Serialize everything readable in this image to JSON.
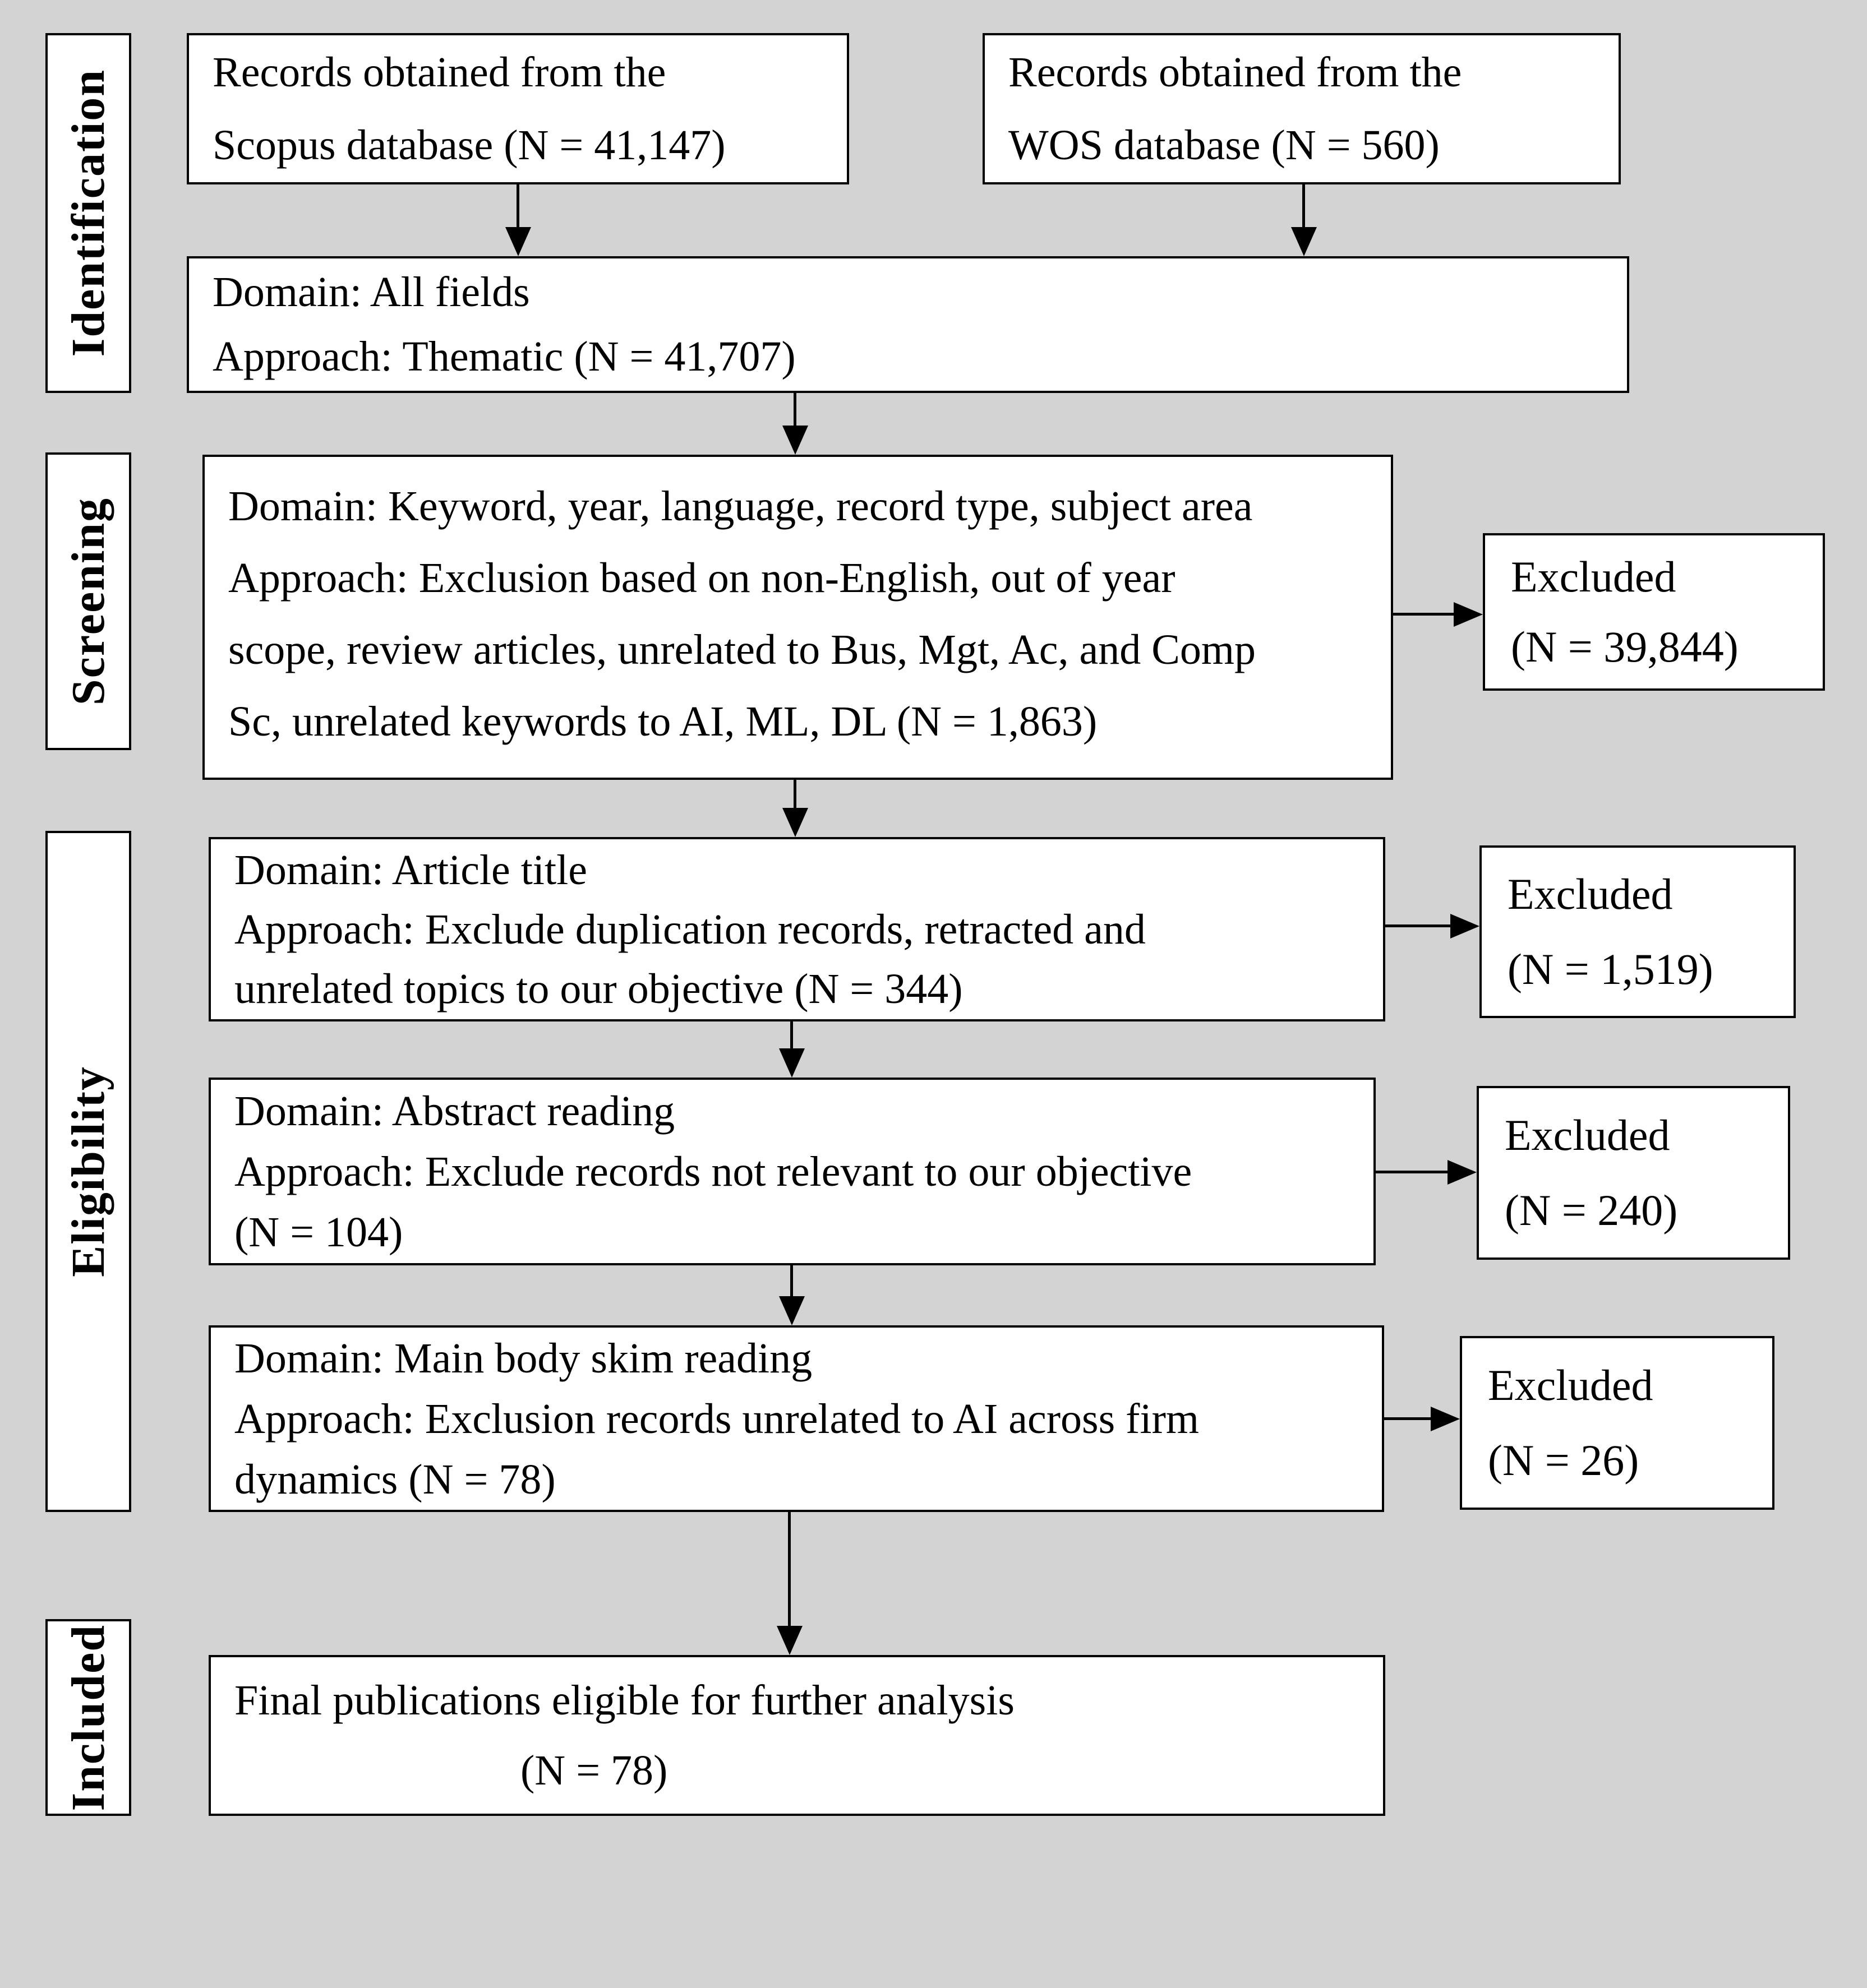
{
  "colors": {
    "background": "#d3d3d3",
    "box_background": "#ffffff",
    "border": "#000000"
  },
  "stage_labels": {
    "identification": "Identification",
    "screening": "Screening",
    "eligibility": "Eligibility",
    "included": "Included"
  },
  "boxes": {
    "scopus": {
      "lines": [
        "Records obtained from the",
        "Scopus database (N = 41,147)"
      ]
    },
    "wos": {
      "lines": [
        "Records obtained from the",
        "WOS database (N = 560)"
      ]
    },
    "merge": {
      "lines": [
        "Domain: All fields",
        "Approach: Thematic (N = 41,707)"
      ]
    },
    "screening": {
      "lines": [
        "Domain: Keyword, year, language, record type, subject area",
        "Approach: Exclusion based on non-English, out of year",
        "scope, review articles, unrelated to Bus, Mgt, Ac, and Comp",
        "Sc, unrelated keywords to AI, ML, DL (N = 1,863)"
      ]
    },
    "article_title": {
      "lines": [
        "Domain: Article title",
        "Approach: Exclude duplication records, retracted and",
        "unrelated topics to our objective (N = 344)"
      ]
    },
    "abstract_reading": {
      "lines": [
        "Domain: Abstract reading",
        "Approach: Exclude records not relevant to our objective",
        "(N = 104)"
      ]
    },
    "main_body": {
      "lines": [
        "Domain: Main body skim reading",
        "Approach: Exclusion records unrelated to AI across firm",
        "dynamics (N = 78)"
      ]
    },
    "final": {
      "lines": [
        "Final publications eligible for further analysis",
        "(N = 78)"
      ]
    },
    "excluded_screening": {
      "lines": [
        "Excluded",
        "(N = 39,844)"
      ]
    },
    "excluded_article": {
      "lines": [
        "Excluded",
        "(N = 1,519)"
      ]
    },
    "excluded_abstract": {
      "lines": [
        "Excluded",
        "(N = 240)"
      ]
    },
    "excluded_main_body": {
      "lines": [
        "Excluded",
        "(N = 26)"
      ]
    }
  }
}
